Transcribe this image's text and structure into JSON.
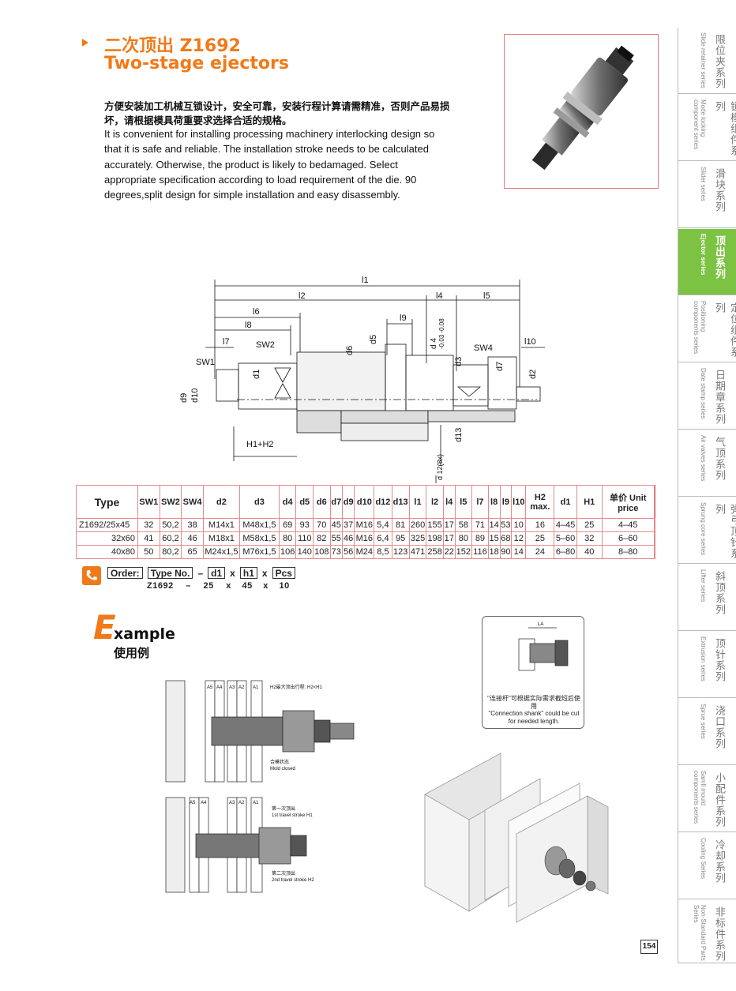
{
  "header": {
    "title_cn": "二次顶出 Z1692",
    "title_en": "Two-stage ejectors",
    "desc_cn": "方便安装加工机械互锁设计，安全可靠，安装行程计算请需精准，否则产品易损坏，请根据模具荷重要求选择合适的规格。",
    "desc_en": "It is convenient for installing processing machinery interlocking design so that it is safe and reliable. The installation stroke needs to be calculated accurately. Otherwise, the product is likely to bedamaged. Select appropriate specification according to load requirement of the die. 90 degrees,split design for simple installation and easy disassembly."
  },
  "sidebar": {
    "items": [
      {
        "cn": "限位夹系列",
        "en": "Slide retainer series"
      },
      {
        "cn": "锁模组件系列",
        "en": "Mode locking component series"
      },
      {
        "cn": "滑块系列",
        "en": "Slider series"
      },
      {
        "cn": "顶出系列",
        "en": "Ejector series"
      },
      {
        "cn": "定位组件系列",
        "en": "Positioning components series"
      },
      {
        "cn": "日期章系列",
        "en": "Date stamp series"
      },
      {
        "cn": "气顶系列",
        "en": "Air valves series"
      },
      {
        "cn": "弹弓顶针系列",
        "en": "Sprung core series"
      },
      {
        "cn": "斜顶系列",
        "en": "Lifter series"
      },
      {
        "cn": "顶针系列",
        "en": "Extrusion series"
      },
      {
        "cn": "浇口系列",
        "en": "Sprue series"
      },
      {
        "cn": "小配件系列",
        "en": "Samll mould components series"
      },
      {
        "cn": "冷却系列",
        "en": "Cooling Series"
      },
      {
        "cn": "非标件系列",
        "en": "Non-Standard Parts Series"
      }
    ],
    "active_color": "#7cc243"
  },
  "drawing": {
    "labels": {
      "l1": "l1",
      "l2": "l2",
      "l4": "l4",
      "l5": "l5",
      "l6": "l6",
      "l8": "l8",
      "l9": "l9",
      "l7": "l7",
      "l10": "l10",
      "sw1": "SW1",
      "sw2": "SW2",
      "sw4": "SW4",
      "d1": "d1",
      "d2": "d2",
      "d3": "d3",
      "d5": "d5",
      "d6": "d6",
      "d7": "d7",
      "d9": "d9",
      "d10": "d10",
      "d13": "d13",
      "d12": "d 12(8x)",
      "d4": "d 4",
      "d4_tol": "-0.03 -0.08",
      "h1h2": "H1+H2"
    }
  },
  "table": {
    "headers": [
      "Type",
      "SW1",
      "SW2",
      "SW4",
      "d2",
      "d3",
      "d4",
      "d5",
      "d6",
      "d7",
      "d9",
      "d10",
      "d12",
      "d13",
      "l1",
      "l2",
      "l4",
      "l5",
      "l7",
      "l8",
      "l9",
      "l10",
      "H2 max.",
      "d1",
      "H1",
      "单价 Unit price"
    ],
    "rows": [
      [
        "Z1692/25x45",
        "32",
        "50,2",
        "38",
        "M14x1",
        "M48x1,5",
        "69",
        "93",
        "70",
        "45",
        "37",
        "M16",
        "5,4",
        "81",
        "260",
        "155",
        "17",
        "58",
        "71",
        "14",
        "53",
        "10",
        "16",
        "4–45",
        "25",
        "4–45",
        ""
      ],
      [
        "32x60",
        "41",
        "60,2",
        "46",
        "M18x1",
        "M58x1,5",
        "80",
        "110",
        "82",
        "55",
        "46",
        "M16",
        "6,4",
        "95",
        "325",
        "198",
        "17",
        "80",
        "89",
        "15",
        "68",
        "12",
        "25",
        "5–60",
        "32",
        "6–60",
        ""
      ],
      [
        "40x80",
        "50",
        "80,2",
        "65",
        "M24x1,5",
        "M76x1,5",
        "106",
        "140",
        "108",
        "73",
        "56",
        "M24",
        "8,5",
        "123",
        "471",
        "258",
        "22",
        "152",
        "116",
        "18",
        "90",
        "14",
        "24",
        "6–80",
        "40",
        "8–80",
        ""
      ]
    ]
  },
  "order": {
    "label": "Order:",
    "fields": [
      "Type No.",
      "d1",
      "h1",
      "Pcs"
    ],
    "example": [
      "Z1692",
      "–",
      "25",
      "x",
      "45",
      "x",
      "10"
    ]
  },
  "example": {
    "title_rest": "xample",
    "title_letter": "E",
    "title_cn": "使用例",
    "closed_cn": "合模状态",
    "closed_en": "Mold closed",
    "h2_note": "H2最大顶出行程: H2<H1",
    "stroke1_cn": "第一次顶出",
    "stroke1_en": "1st travel stroke H1",
    "stroke2_cn": "第二次顶出",
    "stroke2_en": "2nd travel stroke H2",
    "plates": [
      "A5",
      "A4",
      "A3",
      "A2",
      "A1"
    ],
    "conn_cn": "\"连接杆\"可根据实际需求截短后使用",
    "conn_en": "\"Connection shank\" could be cut for needed length.",
    "la": "LA"
  },
  "page": {
    "number": "154"
  },
  "colors": {
    "accent": "#f07a1a",
    "table_border": "#e05a5a"
  }
}
